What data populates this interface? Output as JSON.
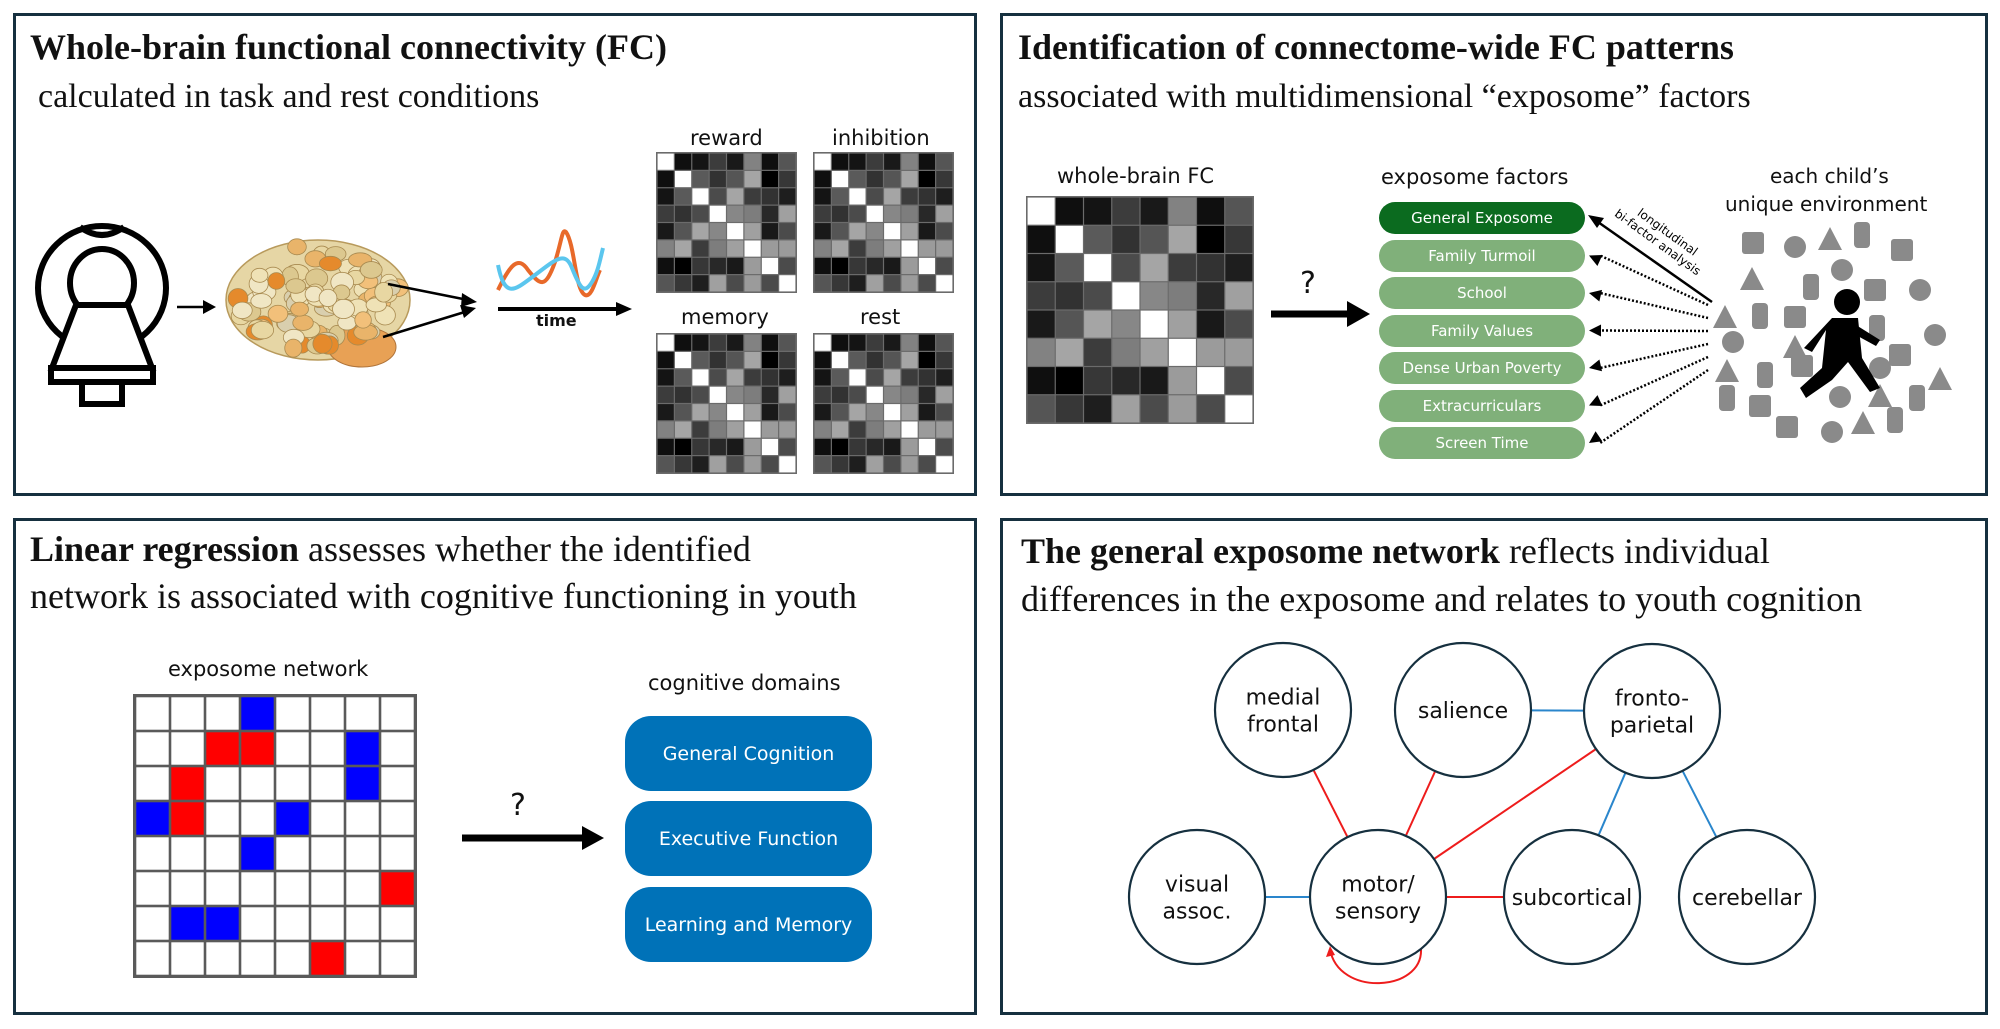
{
  "panels": {
    "top_left": {
      "title_bold": "Whole-brain functional connectivity (FC)",
      "subtitle": "calculated in task and rest conditions",
      "time_label": "time",
      "conditions": [
        "reward",
        "inhibition",
        "memory",
        "rest"
      ],
      "icons": [
        "mri-scanner-icon",
        "brain-parcellation-image",
        "timeseries-icon"
      ],
      "timeseries_colors": {
        "series_a": "#e8692a",
        "series_b": "#5bc6ee"
      }
    },
    "top_right": {
      "title_bold": "Identification of connectome-wide FC patterns",
      "subtitle": "associated with multidimensional “exposome” factors",
      "matrix_label": "whole-brain FC",
      "question_mark": "?",
      "factors_label": "exposome factors",
      "factors": [
        "General Exposome",
        "Family Turmoil",
        "School",
        "Family Values",
        "Dense Urban Poverty",
        "Extracurriculars",
        "Screen Time"
      ],
      "environment_label_line1": "each child’s",
      "environment_label_line2": "unique environment",
      "analysis_label_line1": "longitudinal",
      "analysis_label_line2": "bi-factor analysis",
      "colors": {
        "general": "#0b6b1f",
        "specific": "#80b07a"
      },
      "environment_icons": [
        "shopping-cart-icon",
        "coffee-cup-icon",
        "smartphone-icon",
        "stethoscope-icon",
        "plate-cutlery-icon",
        "apple-icon",
        "bicycle-icon",
        "sun-icon",
        "school-building-icon",
        "drum-set-icon",
        "tree-icon",
        "basketball-icon",
        "book-icon",
        "money-icon",
        "ice-cream-icon",
        "music-note-icon",
        "crayon-icon",
        "wifi-icon",
        "rabbit-icon",
        "hospital-icon",
        "telephone-icon",
        "city-skyline-icon",
        "teddy-bear-icon",
        "wheelchair-icon",
        "camera-icon",
        "game-controller-icon",
        "books-stack-icon",
        "dog-icon",
        "train-icon",
        "museum-icon",
        "clock-icon",
        "flower-icon",
        "running-child-icon"
      ]
    },
    "bottom_left": {
      "title_bold": "Linear regression",
      "title_rest": " assesses whether the identified",
      "title_line2": "network is associated with cognitive functioning in youth",
      "network_label": "exposome network",
      "question_mark": "?",
      "domains_label": "cognitive domains",
      "domains": [
        "General Cognition",
        "Executive Function",
        "Learning and Memory"
      ],
      "colors": {
        "positive": "#ff0000",
        "negative": "#0000ff",
        "domain": "#0072b8"
      }
    },
    "bottom_right": {
      "title_bold": "The general exposome network",
      "title_rest": " reflects individual",
      "title_line2": "differences in the exposome and relates to youth cognition",
      "nodes": [
        {
          "id": "mf",
          "lines": [
            "medial",
            "frontal"
          ]
        },
        {
          "id": "sal",
          "lines": [
            "salience"
          ]
        },
        {
          "id": "fp",
          "lines": [
            "fronto-",
            "parietal"
          ]
        },
        {
          "id": "vis",
          "lines": [
            "visual",
            "assoc."
          ]
        },
        {
          "id": "mot",
          "lines": [
            "motor/",
            "sensory"
          ]
        },
        {
          "id": "sub",
          "lines": [
            "subcortical"
          ]
        },
        {
          "id": "cer",
          "lines": [
            "cerebellar"
          ]
        }
      ],
      "edges": [
        {
          "from": "mf",
          "to": "mot",
          "sign": "positive"
        },
        {
          "from": "sal",
          "to": "mot",
          "sign": "positive"
        },
        {
          "from": "fp",
          "to": "mot",
          "sign": "positive"
        },
        {
          "from": "mot",
          "to": "sub",
          "sign": "positive"
        },
        {
          "from": "mot",
          "to": "mot",
          "sign": "positive"
        },
        {
          "from": "sal",
          "to": "fp",
          "sign": "negative"
        },
        {
          "from": "vis",
          "to": "mot",
          "sign": "negative"
        },
        {
          "from": "fp",
          "to": "sub",
          "sign": "negative"
        },
        {
          "from": "fp",
          "to": "cer",
          "sign": "negative"
        }
      ],
      "colors": {
        "positive": "#ee1c1c",
        "negative": "#2a86cc",
        "node_stroke": "#16303f"
      }
    }
  },
  "fc_matrix_gray": [
    [
      255,
      15,
      20,
      60,
      25,
      130,
      15,
      85
    ],
    [
      15,
      255,
      90,
      50,
      85,
      165,
      0,
      55
    ],
    [
      20,
      90,
      255,
      75,
      165,
      60,
      50,
      30
    ],
    [
      60,
      50,
      75,
      255,
      135,
      125,
      40,
      160
    ],
    [
      25,
      85,
      165,
      135,
      255,
      160,
      25,
      75
    ],
    [
      130,
      165,
      60,
      125,
      160,
      255,
      155,
      155
    ],
    [
      15,
      0,
      55,
      40,
      25,
      155,
      255,
      75
    ],
    [
      85,
      55,
      30,
      160,
      75,
      155,
      75,
      255
    ]
  ],
  "exposome_network_cells": [
    [
      0,
      0,
      0,
      -1,
      0,
      0,
      0,
      0
    ],
    [
      0,
      0,
      1,
      1,
      0,
      0,
      -1,
      0
    ],
    [
      0,
      1,
      0,
      0,
      0,
      0,
      -1,
      0
    ],
    [
      -1,
      1,
      0,
      0,
      -1,
      0,
      0,
      0
    ],
    [
      0,
      0,
      0,
      -1,
      0,
      0,
      0,
      0
    ],
    [
      0,
      0,
      0,
      0,
      0,
      0,
      0,
      1
    ],
    [
      0,
      -1,
      -1,
      0,
      0,
      0,
      0,
      0
    ],
    [
      0,
      0,
      0,
      0,
      0,
      1,
      0,
      0
    ]
  ]
}
